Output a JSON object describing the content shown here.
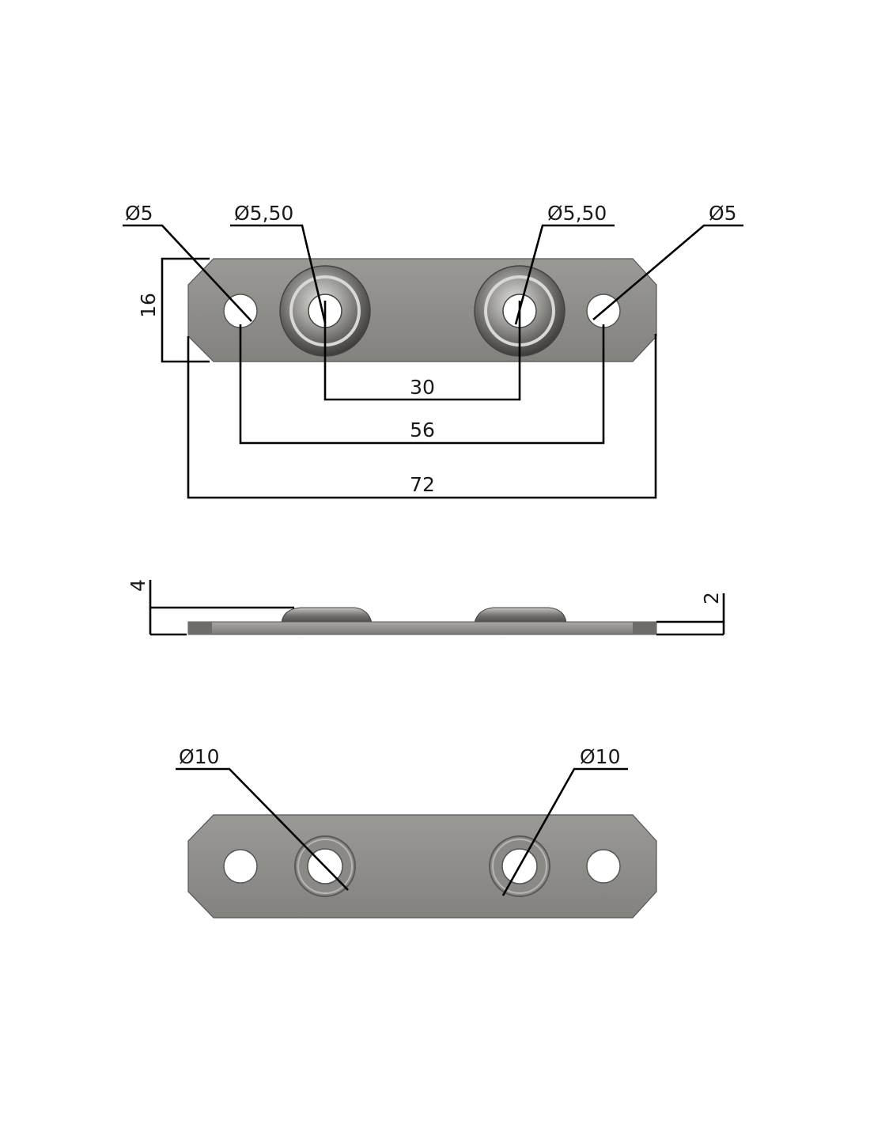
{
  "top_view": {
    "hole_left_outer": "Ø5",
    "hole_left_inner": "Ø5,50",
    "hole_right_inner": "Ø5,50",
    "hole_right_outer": "Ø5",
    "height": "16",
    "span_inner": "30",
    "span_middle": "56",
    "span_total": "72"
  },
  "side_view": {
    "total_height": "4",
    "plate_thickness": "2"
  },
  "bottom_view": {
    "counterbore_left": "Ø10",
    "counterbore_right": "Ø10"
  },
  "colors": {
    "plate": "#8e8d89",
    "plate_dark": "#6f6e6b",
    "plate_light": "#b4b3af",
    "line": "#000000"
  }
}
